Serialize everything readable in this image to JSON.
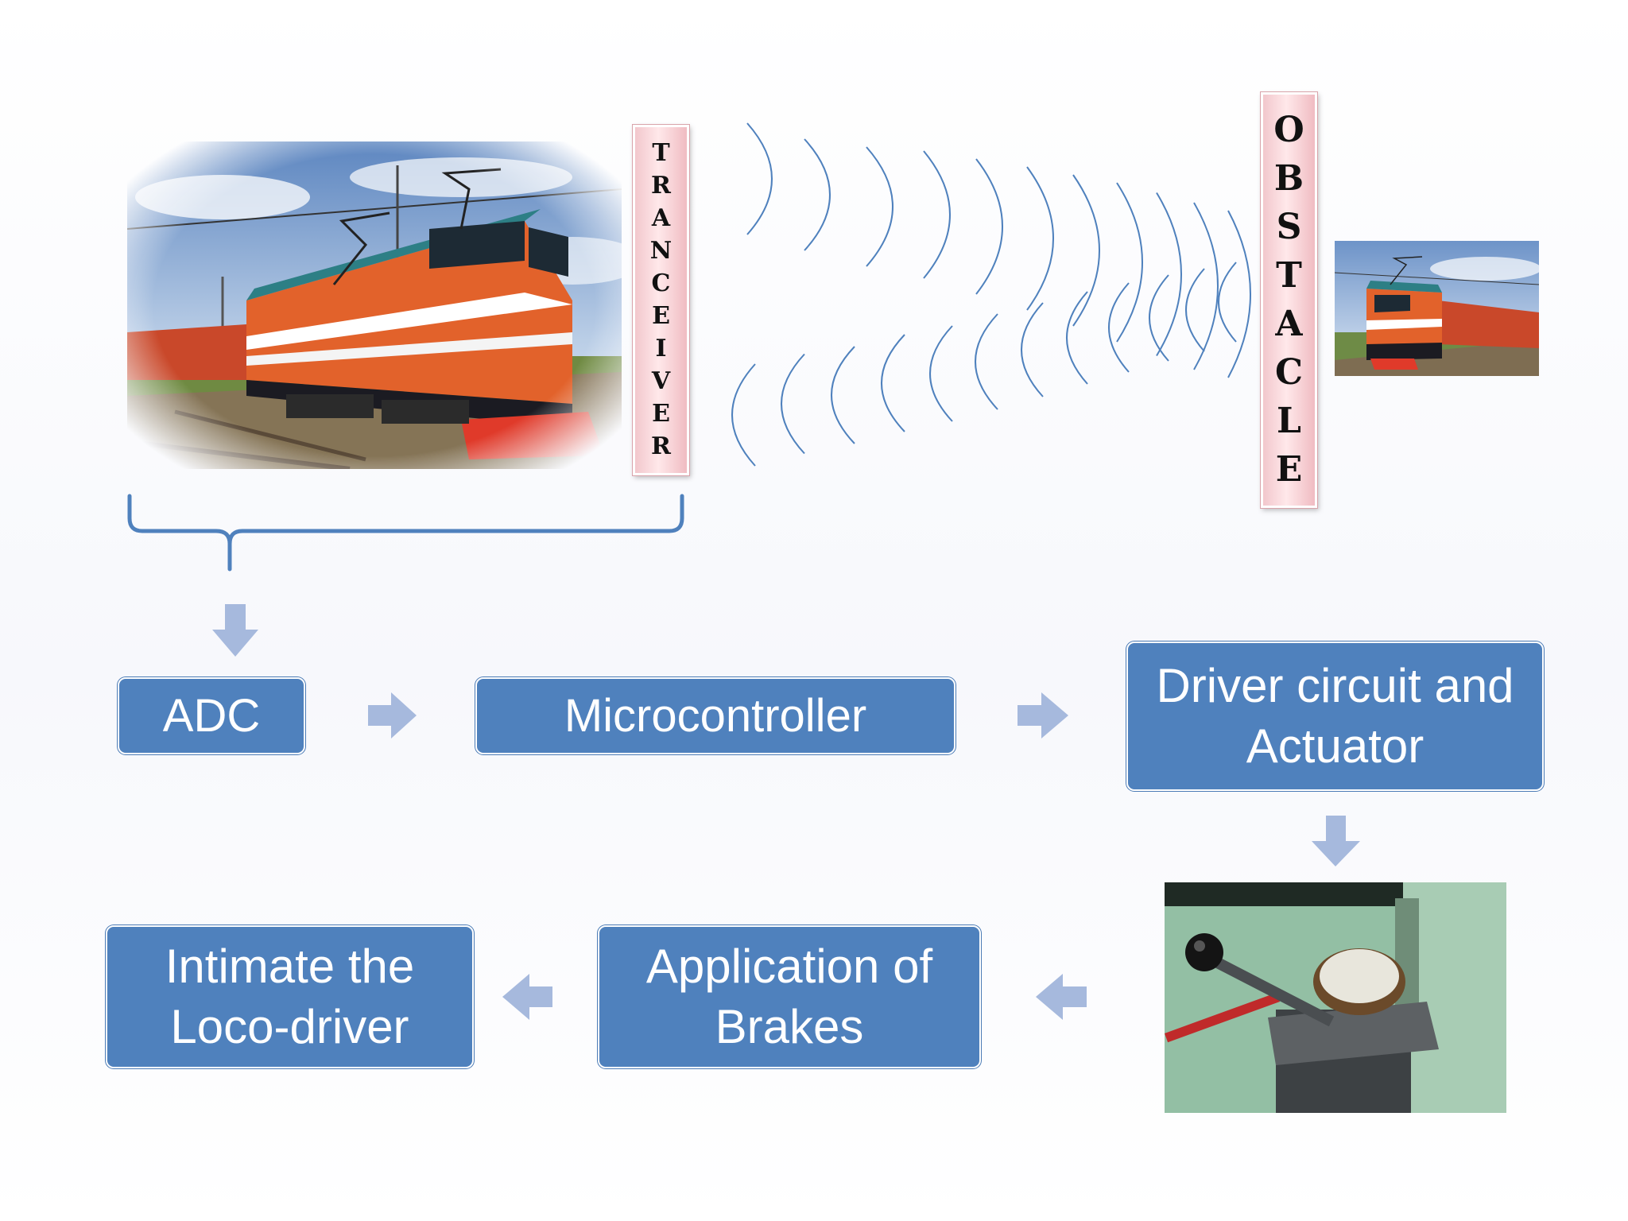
{
  "labels": {
    "transceiver": "TRANCEIVER",
    "obstacle": "OBSTACLE"
  },
  "flow": {
    "adc": "ADC",
    "microcontroller": "Microcontroller",
    "driver": "Driver circuit and\nActuator",
    "brakes": "Application of\nBrakes",
    "intimate": "Intimate the\nLoco-driver"
  },
  "images": {
    "main_train": "locomotive-photo",
    "obstacle_train": "locomotive-photo",
    "brake_handle": "brake-lever-photo"
  },
  "colors": {
    "box_fill": "#4f81bd",
    "arrow_fill": "#a6b9dd",
    "wave_stroke": "#4f81bd",
    "label_fill": "#f5cfd3",
    "locomotive": "#e2622b"
  }
}
